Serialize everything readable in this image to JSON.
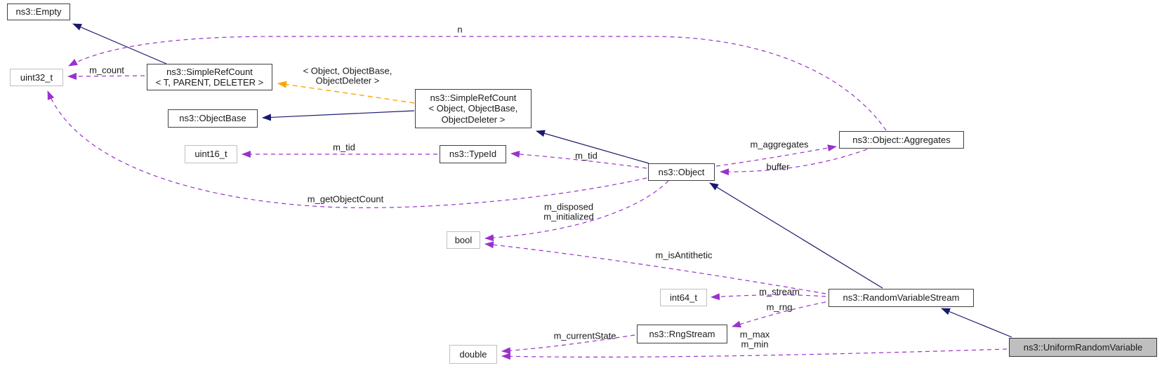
{
  "nodes": {
    "empty": {
      "label": "ns3::Empty"
    },
    "uint32_t": {
      "label": "uint32_t"
    },
    "simple_ref_count_t": {
      "line1": "ns3::SimpleRefCount",
      "line2": "< T, PARENT, DELETER >"
    },
    "object_base": {
      "label": "ns3::ObjectBase"
    },
    "simple_ref_count_object": {
      "line1": "ns3::SimpleRefCount",
      "line2": "< Object, ObjectBase,",
      "line3": "ObjectDeleter >"
    },
    "uint16_t": {
      "label": "uint16_t"
    },
    "type_id": {
      "label": "ns3::TypeId"
    },
    "object": {
      "label": "ns3::Object"
    },
    "aggregates": {
      "label": "ns3::Object::Aggregates"
    },
    "bool": {
      "label": "bool"
    },
    "int64_t": {
      "label": "int64_t"
    },
    "random_variable_stream": {
      "label": "ns3::RandomVariableStream"
    },
    "rng_stream": {
      "label": "ns3::RngStream"
    },
    "double": {
      "label": "double"
    },
    "uniform_random_variable": {
      "label": "ns3::UniformRandomVariable"
    }
  },
  "edge_labels": {
    "n": "n",
    "m_count": "m_count",
    "template_args_line1": "< Object, ObjectBase,",
    "template_args_line2": "ObjectDeleter >",
    "m_tid_uint16": "m_tid",
    "m_tid_object": "m_tid",
    "m_aggregates": "m_aggregates",
    "buffer": "buffer",
    "m_getObjectCount": "m_getObjectCount",
    "m_disposed": "m_disposed",
    "m_initialized": "m_initialized",
    "m_isAntithetic": "m_isAntithetic",
    "m_stream": "m_stream",
    "m_rng": "m_rng",
    "m_currentState": "m_currentState",
    "m_max": "m_max",
    "m_min": "m_min"
  },
  "edges": [
    {
      "from": "ns3::SimpleRefCount< T, PARENT, DELETER >",
      "to": "ns3::Empty",
      "type": "inheritance"
    },
    {
      "from": "ns3::SimpleRefCount< Object, ObjectBase, ObjectDeleter >",
      "to": "ns3::ObjectBase",
      "type": "inheritance"
    },
    {
      "from": "ns3::Object",
      "to": "ns3::SimpleRefCount< Object, ObjectBase, ObjectDeleter >",
      "type": "inheritance"
    },
    {
      "from": "ns3::RandomVariableStream",
      "to": "ns3::Object",
      "type": "inheritance"
    },
    {
      "from": "ns3::UniformRandomVariable",
      "to": "ns3::RandomVariableStream",
      "type": "inheritance"
    },
    {
      "from": "ns3::SimpleRefCount< Object, ObjectBase, ObjectDeleter >",
      "to": "ns3::SimpleRefCount< T, PARENT, DELETER >",
      "type": "template-instance",
      "label": "< Object, ObjectBase, ObjectDeleter >"
    },
    {
      "from": "ns3::SimpleRefCount< T, PARENT, DELETER >",
      "to": "uint32_t",
      "type": "member",
      "label": "m_count"
    },
    {
      "from": "ns3::Object::Aggregates",
      "to": "uint32_t",
      "type": "member",
      "label": "n"
    },
    {
      "from": "ns3::Object",
      "to": "uint32_t",
      "type": "member",
      "label": "m_getObjectCount"
    },
    {
      "from": "ns3::TypeId",
      "to": "uint16_t",
      "type": "member",
      "label": "m_tid"
    },
    {
      "from": "ns3::Object",
      "to": "ns3::TypeId",
      "type": "member",
      "label": "m_tid"
    },
    {
      "from": "ns3::Object",
      "to": "ns3::Object::Aggregates",
      "type": "member",
      "label": "m_aggregates"
    },
    {
      "from": "ns3::Object::Aggregates",
      "to": "ns3::Object",
      "type": "member",
      "label": "buffer"
    },
    {
      "from": "ns3::Object",
      "to": "bool",
      "type": "member",
      "label": "m_disposed m_initialized"
    },
    {
      "from": "ns3::RandomVariableStream",
      "to": "bool",
      "type": "member",
      "label": "m_isAntithetic"
    },
    {
      "from": "ns3::RandomVariableStream",
      "to": "int64_t",
      "type": "member",
      "label": "m_stream"
    },
    {
      "from": "ns3::RandomVariableStream",
      "to": "ns3::RngStream",
      "type": "member",
      "label": "m_rng"
    },
    {
      "from": "ns3::RngStream",
      "to": "double",
      "type": "member",
      "label": "m_currentState"
    },
    {
      "from": "ns3::UniformRandomVariable",
      "to": "double",
      "type": "member",
      "label": "m_max m_min"
    }
  ],
  "colors": {
    "inheritance_edge": "#191970",
    "member_edge": "#9a32cd",
    "template_edge": "#ffa500",
    "class_node_border": "#404040",
    "type_node_border": "#c0c0c0",
    "highlight_node_fill": "#bfbfbf"
  }
}
